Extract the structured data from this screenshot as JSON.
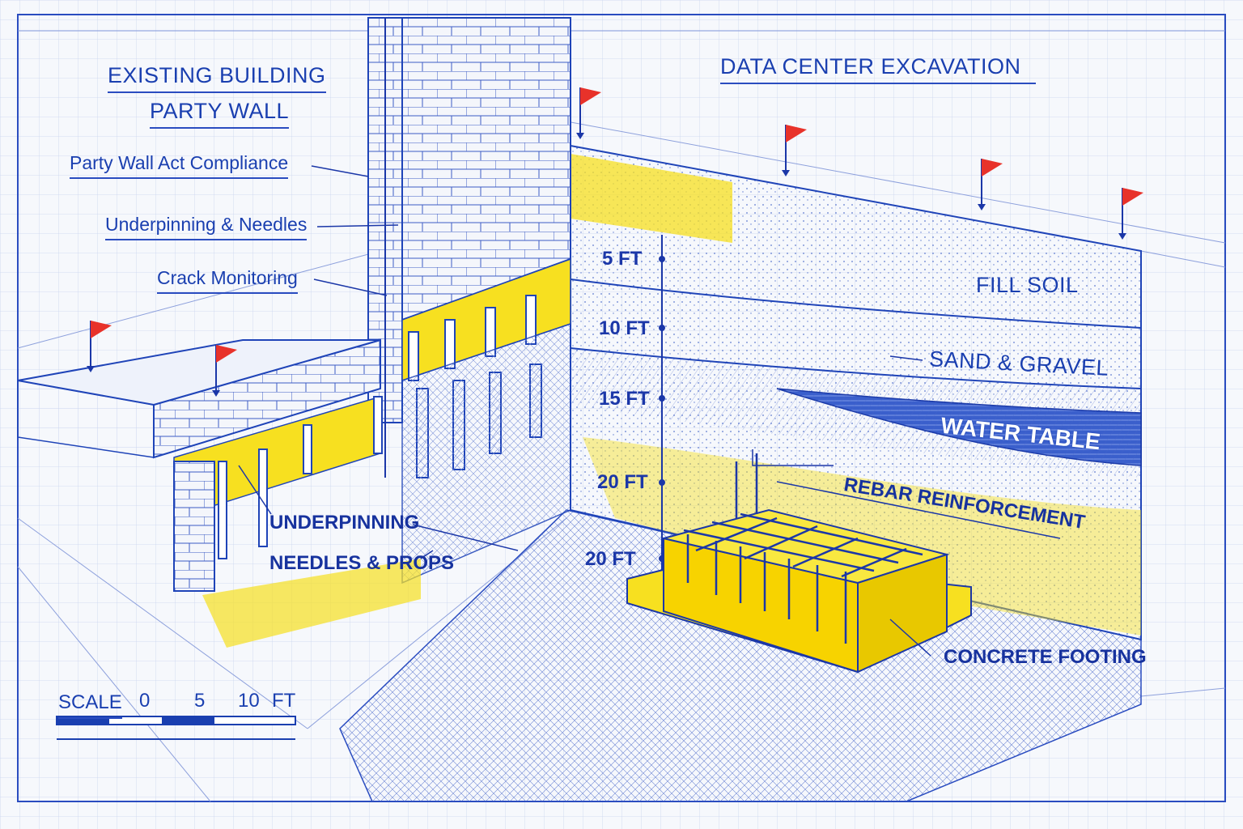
{
  "titles": {
    "left_line1": "EXISTING BUILDING",
    "left_line2": "PARTY WALL",
    "right": "DATA CENTER EXCAVATION"
  },
  "notes": {
    "party_wall_act": "Party Wall Act Compliance",
    "underpinning_needles": "Underpinning & Needles",
    "crack_monitoring": "Crack Monitoring"
  },
  "depth_markers": [
    "5 FT",
    "10 FT",
    "15 FT",
    "20 FT",
    "20 FT"
  ],
  "strata": {
    "fill_soil": "FILL SOIL",
    "sand_gravel": "SAND & GRAVEL",
    "water_table": "WATER TABLE"
  },
  "callouts": {
    "rebar": "REBAR REINFORCEMENT",
    "underpinning": "UNDERPINNING",
    "needles_props": "NEEDLES & PROPS",
    "footing": "CONCRETE FOOTING"
  },
  "scale": {
    "label": "SCALE",
    "ticks": [
      "0",
      "5",
      "10"
    ],
    "unit": "FT"
  },
  "colors": {
    "ink": "#1a3fb0",
    "highlight": "#f7e020",
    "flag": "#e8322a",
    "paper": "#f6f8fc",
    "water": "#2f55c8"
  },
  "icons": [
    "survey-flag-icon",
    "survey-flag-icon",
    "survey-flag-icon",
    "survey-flag-icon",
    "survey-flag-icon",
    "survey-flag-icon"
  ]
}
